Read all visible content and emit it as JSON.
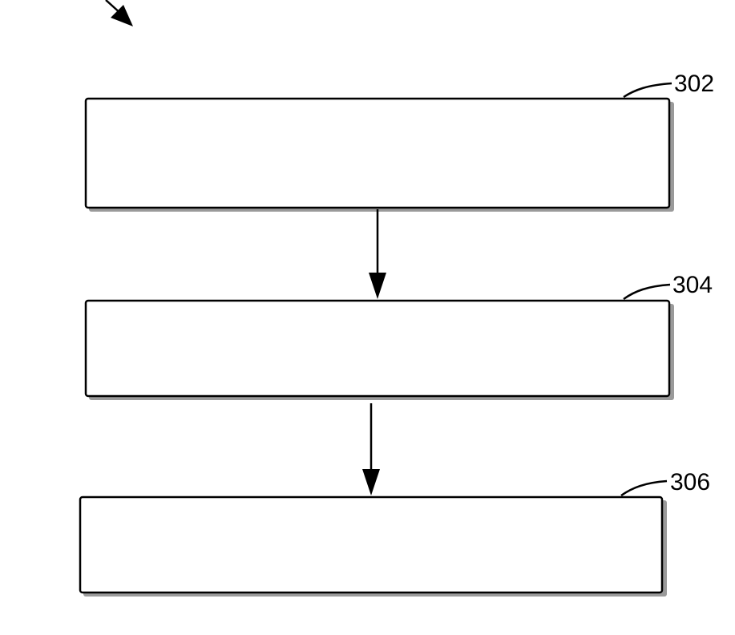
{
  "diagram": {
    "type": "flowchart",
    "steps": [
      {
        "ref": "302",
        "text": ""
      },
      {
        "ref": "304",
        "text": ""
      },
      {
        "ref": "306",
        "text": ""
      }
    ],
    "connections": [
      {
        "from": "302",
        "to": "304"
      },
      {
        "from": "304",
        "to": "306"
      }
    ],
    "colors": {
      "stroke": "#000000",
      "shadow": "#9a9a9a",
      "fill": "#ffffff"
    }
  }
}
